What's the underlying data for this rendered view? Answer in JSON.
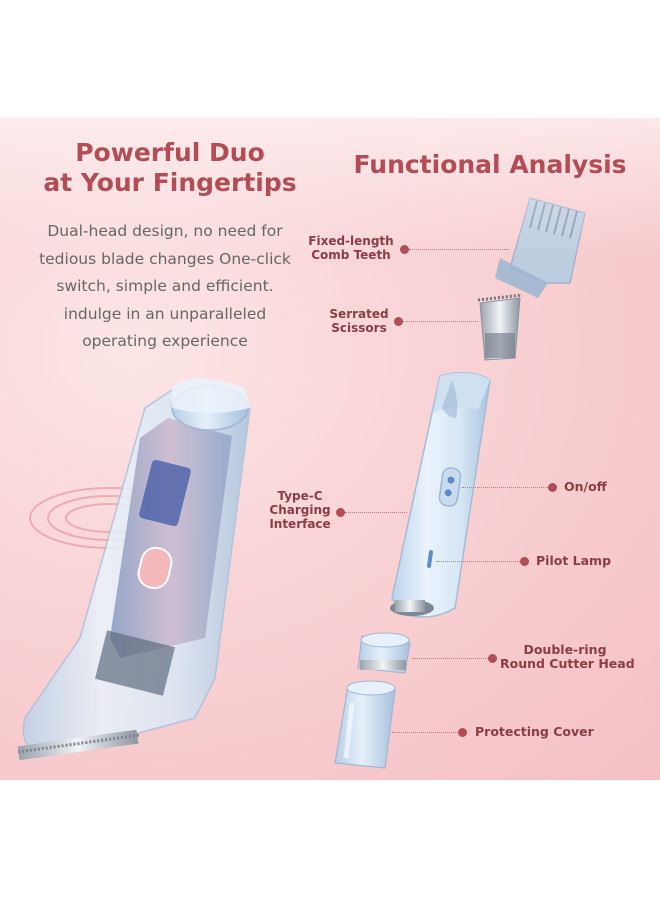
{
  "headline_left": [
    "Powerful Duo",
    "at Your Fingertips"
  ],
  "headline_right": "Functional Analysis",
  "description": [
    "Dual-head design, no need for",
    "tedious blade changes One-click",
    "switch, simple and efficient.",
    "indulge in an unparalleled",
    "operating experience"
  ],
  "callouts": {
    "comb": [
      "Fixed-length",
      "Comb Teeth"
    ],
    "scissors": [
      "Serrated",
      "Scissors"
    ],
    "onoff": "On/off",
    "typec": [
      "Type-C",
      "Charging",
      "Interface"
    ],
    "pilot": "Pilot Lamp",
    "cutter": [
      "Double-ring",
      "Round Cutter Head"
    ],
    "cover": "Protecting Cover"
  },
  "colors": {
    "accent": "#b24d55",
    "text": "#666666",
    "device": "#d7e7f5",
    "background": "#f9d4d6"
  }
}
